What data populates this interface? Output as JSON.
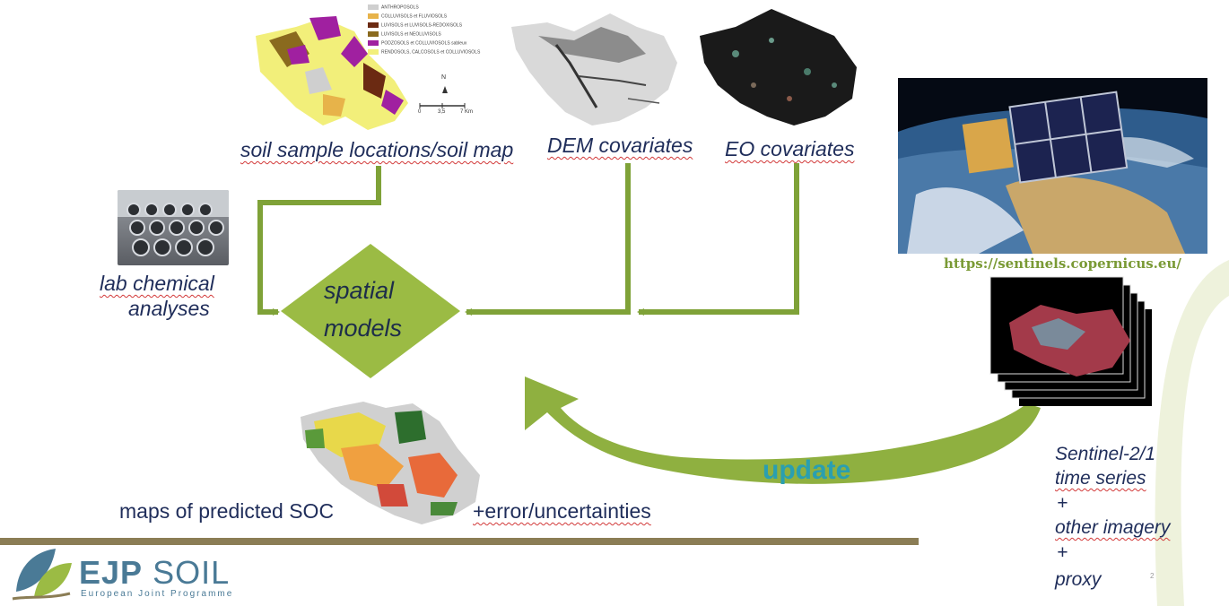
{
  "labels": {
    "soil_map": "soil sample locations/soil map",
    "dem": "DEM covariates",
    "eo": "EO covariates",
    "lab_line1": "lab chemical",
    "lab_line2": "analyses",
    "model_line1": "spatial",
    "model_line2": "models",
    "maps_soc": "maps of predicted SOC",
    "error": "+error/uncertainties",
    "update": "update",
    "url": "https://sentinels.copernicus.eu/",
    "sentinel_line1": "Sentinel-2/1",
    "sentinel_line2": "time series",
    "plus1": "+",
    "other_imagery": "other imagery",
    "plus2": "+",
    "proxy": "proxy"
  },
  "soil_legend": [
    {
      "label": "ANTHROPOSOLS",
      "color": "#cfcfcf"
    },
    {
      "label": "COLLUVISOLS et FLUVIOSOLS",
      "color": "#e7b34a"
    },
    {
      "label": "LUVISOLS et LUVISOLS-REDOXISOLS",
      "color": "#6b2a12"
    },
    {
      "label": "LUVISOLS et NEOLUVISOLS",
      "color": "#8a6a1e"
    },
    {
      "label": "PODZOSOLS et COLLUVIOSOLS sableux",
      "color": "#a020a0"
    },
    {
      "label": "RENDOSOLS, CALCOSOLS et COLLUVIOSOLS",
      "color": "#f2ef7a"
    }
  ],
  "scale_bar": {
    "north": "N",
    "ticks": [
      "0",
      "3,5",
      "7 Km"
    ]
  },
  "logo": {
    "brand": "EJP",
    "brand2": "SOIL",
    "subtitle": "European Joint Programme"
  },
  "page_number": "2",
  "colors": {
    "arrow": "#7fa238",
    "diamond": "#9bbb44",
    "update": "#2a9fb0",
    "footer": "#8b7d55"
  }
}
